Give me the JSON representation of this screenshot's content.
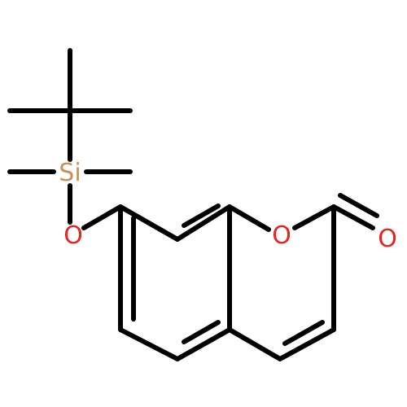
{
  "molecule": {
    "atoms": {
      "silicon": {
        "symbol": "Si",
        "color": "#c8905a"
      },
      "ether_oxygen": {
        "symbol": "O",
        "color": "#e8231f"
      },
      "ring_oxygen": {
        "symbol": "O",
        "color": "#e8231f"
      },
      "carbonyl_oxygen": {
        "symbol": "O",
        "color": "#e8231f"
      }
    },
    "bond_color": "#000000"
  }
}
